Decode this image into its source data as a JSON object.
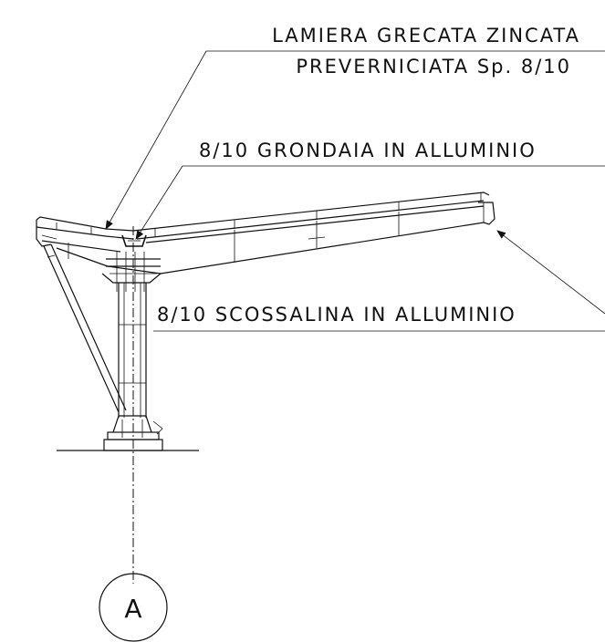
{
  "annotations": {
    "roof_sheet_line1": "LAMIERA GRECATA ZINCATA",
    "roof_sheet_line2": "PREVERNICIATA Sp. 8/10",
    "gutter": "8/10 GRONDAIA IN ALLUMINIO",
    "flashing": "8/10 SCOSSALINA IN ALLUMINIO"
  },
  "grid_axis": {
    "label": "A"
  }
}
